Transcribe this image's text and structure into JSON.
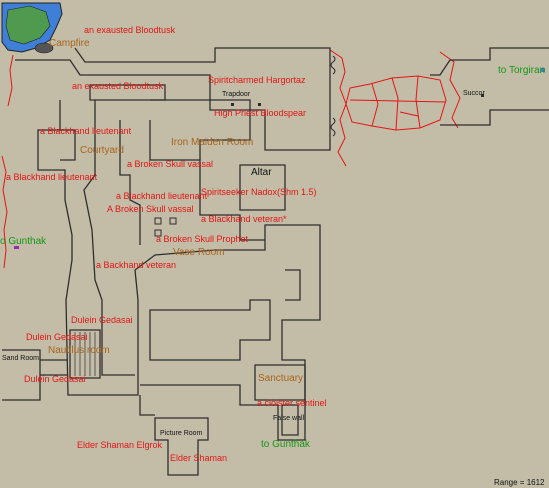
{
  "map": {
    "labels": {
      "campfire": "Campfire",
      "bloodtusk_1": "an exausted Bloodtusk",
      "bloodtusk_2": "an exausted Bloodtusk",
      "hargortaz": "Spiritcharmed Hargortaz",
      "trapdoor": "Trapdoor",
      "bloodspear": "High Priest Bloodspear",
      "to_torgiran": "to Torgiran",
      "succor": "Succor",
      "blackhand_lt_1": "a Blackhand lieutenant",
      "courtyard": "Courtyard",
      "iron_maiden": "Iron Maiden Room",
      "broken_skull_vassal_1": "a Broken Skull vassal",
      "blackhand_lt_2": "a Blackhand lieutenant",
      "altar": "Altar",
      "nadox": "Spiritseeker Nadox(Shm 1.5)",
      "blackhand_lt_3": "a Blackhand lieutenant",
      "broken_skull_vassal_2": "A Broken Skull vassal",
      "blackhand_veteran_1": "a Blackhand veteran*",
      "prophet": "a Broken Skull Prophet",
      "to_gunthak_left": "o Gunthak",
      "vase_room": "Vase Room",
      "blackhand_veteran_2": "a Backhand veteran",
      "dulein_1": "Dulein Gedasai",
      "dulein_2": "Dulein Gedasai",
      "nautilus": "Nautilus room",
      "dulein_3": "Dulein Gedasai",
      "sand_room": "Sand Room",
      "sanctuary": "Sanctuary",
      "cloister": "a cloister sentinel",
      "false_wall": "False wall",
      "picture_room": "Picture Room",
      "elgrok": "Elder Shaman Elgrok",
      "elder_shaman": "Elder Shaman",
      "to_gunthak_bottom": "to Gunthak",
      "range": "Range = 1612"
    },
    "colors": {
      "background": "#c3bda8",
      "wall": "#2e2e2e",
      "npc": "#e31414",
      "room": "#a7631c",
      "zone_link": "#169616",
      "cave": "#e31414",
      "water": "#3f7fd8",
      "grass": "#4f9a4f"
    }
  }
}
